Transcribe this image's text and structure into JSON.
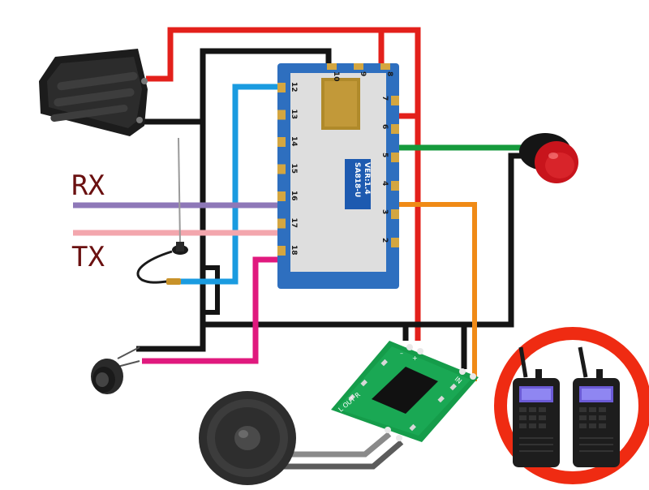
{
  "labels": {
    "rx": "RX",
    "tx": "TX"
  },
  "module": {
    "chip_label_line1": "SA818-U",
    "chip_label_line2": "VER:1.4",
    "pins_left": [
      "12",
      "13",
      "14",
      "15",
      "16",
      "17",
      "18"
    ],
    "pins_right": [
      "7",
      "6",
      "5",
      "4",
      "3",
      "2"
    ],
    "pins_top": [
      "10",
      "9",
      "8"
    ]
  },
  "amplifier": {
    "label_plus": "+",
    "label_minus": "–",
    "label_out": "L OUT R",
    "label_in": "IN"
  },
  "colors": {
    "red_wire": "#e3201b",
    "black_wire": "#141414",
    "blue_wire": "#1a9be0",
    "green_wire": "#159a3c",
    "orange_wire": "#f08a16",
    "magenta_wire": "#e0197e",
    "purple_wire": "#8e78b8",
    "pink_wire": "#f3a6ad",
    "module_blue": "#2e6fbf",
    "pcb_green": "#159c4a",
    "circle_red": "#ef2b12",
    "label_brown": "#6a1010"
  }
}
